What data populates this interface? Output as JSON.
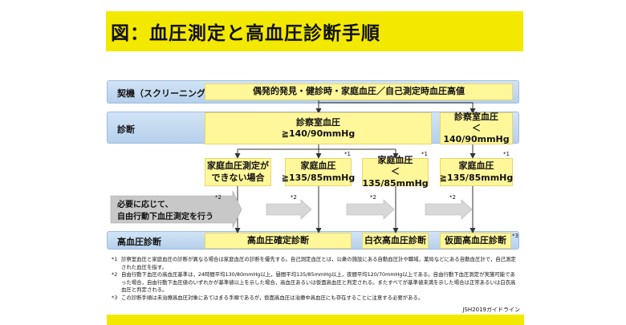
{
  "title": "図：血圧測定と高血圧診断手順",
  "colors": {
    "accent_yellow": "#f3e900",
    "box_yellow": "#fff79a",
    "lane_blue": "#c5dbf2",
    "arrow_gray": "#c8c8c8"
  },
  "lanes": {
    "trigger": "契機（スクリーニング）",
    "diagnosis": "診断",
    "htn": "高血圧診断"
  },
  "trigger_box": "偶発的発見・健診時・家庭血圧／自己測定時血圧高値",
  "office_high": {
    "line1": "診察室血圧",
    "line2": "≧140/90mmHg"
  },
  "office_low": {
    "line1": "診察室血圧",
    "line2": "＜140/90mmHg"
  },
  "home_boxes": [
    {
      "line1": "家庭血圧測定が",
      "line2": "できない場合"
    },
    {
      "line1": "家庭血圧",
      "line2": "≧135/85mmHg"
    },
    {
      "line1": "家庭血圧",
      "line2": "＜135/85mmHg"
    },
    {
      "line1": "家庭血圧",
      "line2": "≧135/85mmHg"
    }
  ],
  "marks": {
    "n1": "*1",
    "n2": "*2",
    "n3": "*3"
  },
  "gray_arrow": {
    "line1": "必要に応じて、",
    "line2": "自由行動下血圧測定を行う"
  },
  "results": {
    "confirmed": "高血圧確定診断",
    "white_coat": "白衣高血圧診断",
    "masked": "仮面高血圧診断"
  },
  "footnotes": [
    {
      "mark": "*1",
      "text": "診察室血圧と家庭血圧の診断が異なる場合は家庭血圧の診断を優先する。自己測定血圧とは，公衆の施設にある自動血圧計や職域，薬局などにある自動血圧計で，自己測定された血圧を指す。"
    },
    {
      "mark": "*2",
      "text": "自由行動下血圧の高血圧基準は，24時間平均130/80mmHg以上，昼間平均135/85mmHg以上，夜間平均120/70mmHg以上である。自由行動下血圧測定が実施可能であった場合，自由行動下血圧値のいずれかが基準値以上を示した場合，高血圧あるいは仮面高血圧と判定される。またすべてが基準値未満を示した場合は正常あるいは白衣高血圧と判定される。"
    },
    {
      "mark": "*3",
      "text": "この診断手順は未治療高血圧対象にあてはまる手順であるが，仮面高血圧は治療中高血圧にも存在することに注意する必要がある。"
    }
  ],
  "source": "JSH2019ガイドライン"
}
